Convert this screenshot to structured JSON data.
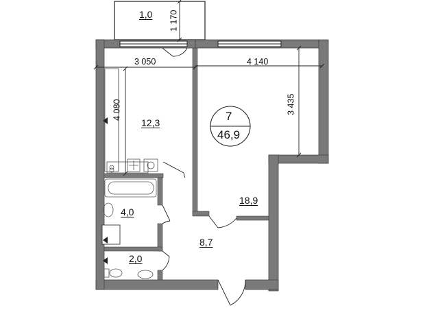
{
  "plan": {
    "apartment_number": "7",
    "total_area": "46,9",
    "rooms": [
      {
        "id": "balcony",
        "area": "1,0"
      },
      {
        "id": "kitchen",
        "area": "12,3"
      },
      {
        "id": "living-room",
        "area": "18,9"
      },
      {
        "id": "bathroom",
        "area": "4,0"
      },
      {
        "id": "wc",
        "area": "2,0"
      },
      {
        "id": "hallway",
        "area": "8,7"
      }
    ],
    "dimensions": {
      "balcony_depth": "1 170",
      "kitchen_width": "3 050",
      "living_width": "4 140",
      "kitchen_length": "4 080",
      "living_length": "3 435"
    },
    "colors": {
      "wall": "#7a7a7a",
      "line": "#222222",
      "fixture": "#555555"
    }
  }
}
